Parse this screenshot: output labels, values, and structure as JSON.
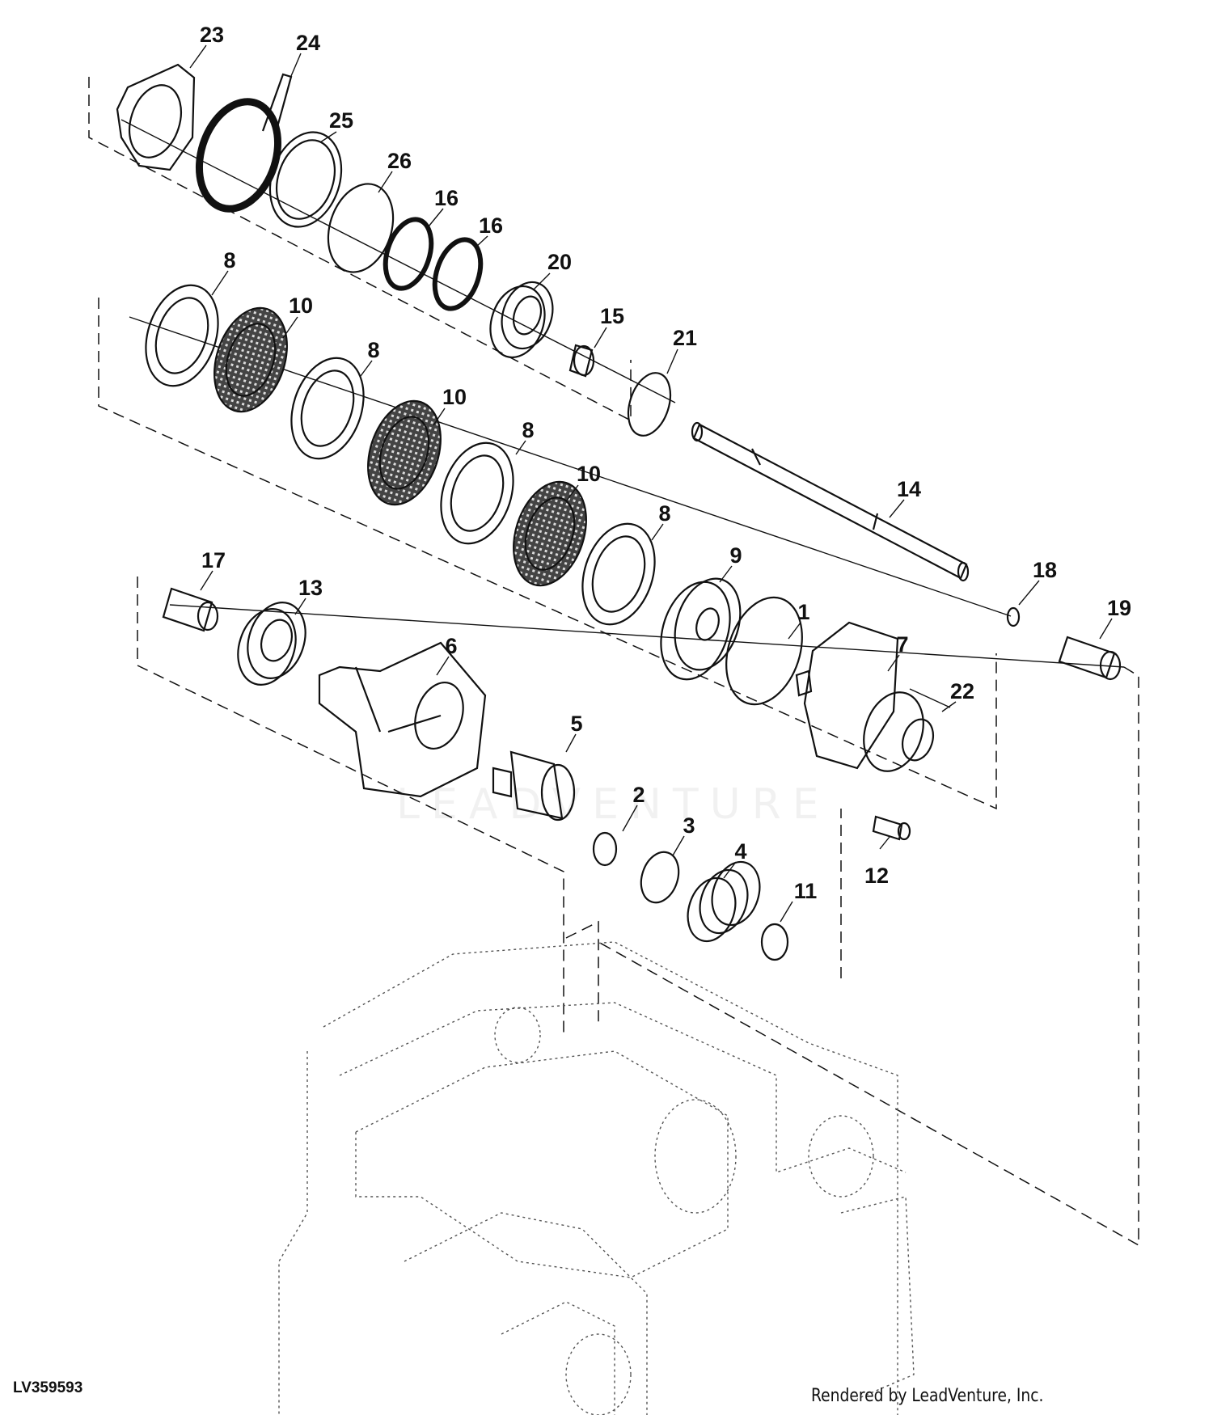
{
  "diagram": {
    "reference_code": "LV359593",
    "credit": "Rendered by LeadVenture, Inc.",
    "watermark": "LEADVENTURE",
    "callouts": [
      "23",
      "24",
      "25",
      "26",
      "16",
      "16",
      "20",
      "15",
      "21",
      "8",
      "10",
      "8",
      "10",
      "8",
      "10",
      "8",
      "9",
      "14",
      "1",
      "18",
      "19",
      "17",
      "13",
      "6",
      "7",
      "22",
      "5",
      "2",
      "3",
      "4",
      "11",
      "12"
    ]
  }
}
